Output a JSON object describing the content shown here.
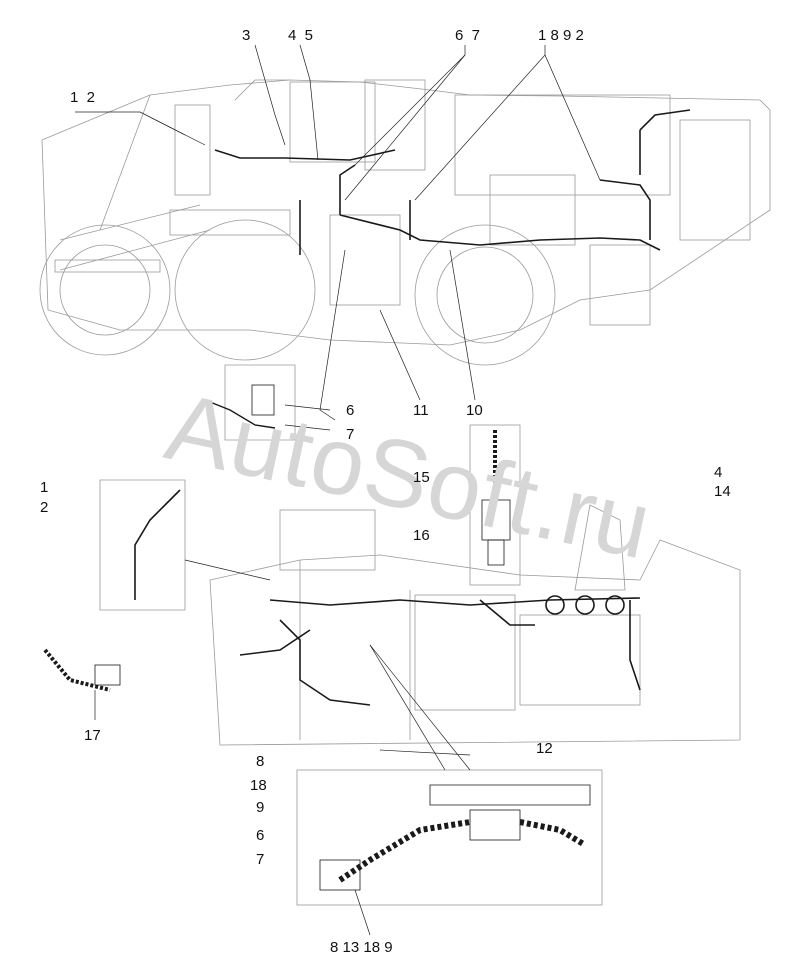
{
  "watermark": "AutoSoft.ru",
  "callouts": {
    "top_1_2": "1  2",
    "top_3": "3",
    "top_4_5": "4  5",
    "top_6_7": "6  7",
    "top_1_8_9_2": "1 8 9 2",
    "top_11": "11",
    "top_10": "10",
    "inset1_6": "6",
    "inset1_7": "7",
    "mid_1": "1",
    "mid_2": "2",
    "mid_4": "4",
    "mid_14": "14",
    "mid_15": "15",
    "mid_16": "16",
    "mid_17": "17",
    "bot_12": "12",
    "bot_8": "8",
    "bot_18": "18",
    "bot_9": "9",
    "bot_6": "6",
    "bot_7": "7",
    "bot_row": "8 13 18 9"
  }
}
